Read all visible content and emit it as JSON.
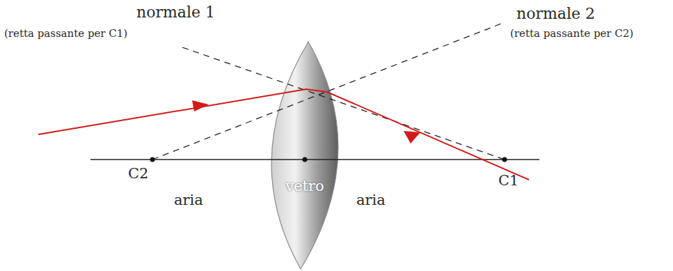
{
  "diagram": {
    "nodes": [
      {
        "text": [
          "vetro"
        ]
      }
    ],
    "labels": [
      "normale 1",
      "(retta passante per C1)",
      "normale 2",
      "(retta passante per C2)",
      "C2",
      "C1",
      "aria",
      "aria"
    ]
  }
}
